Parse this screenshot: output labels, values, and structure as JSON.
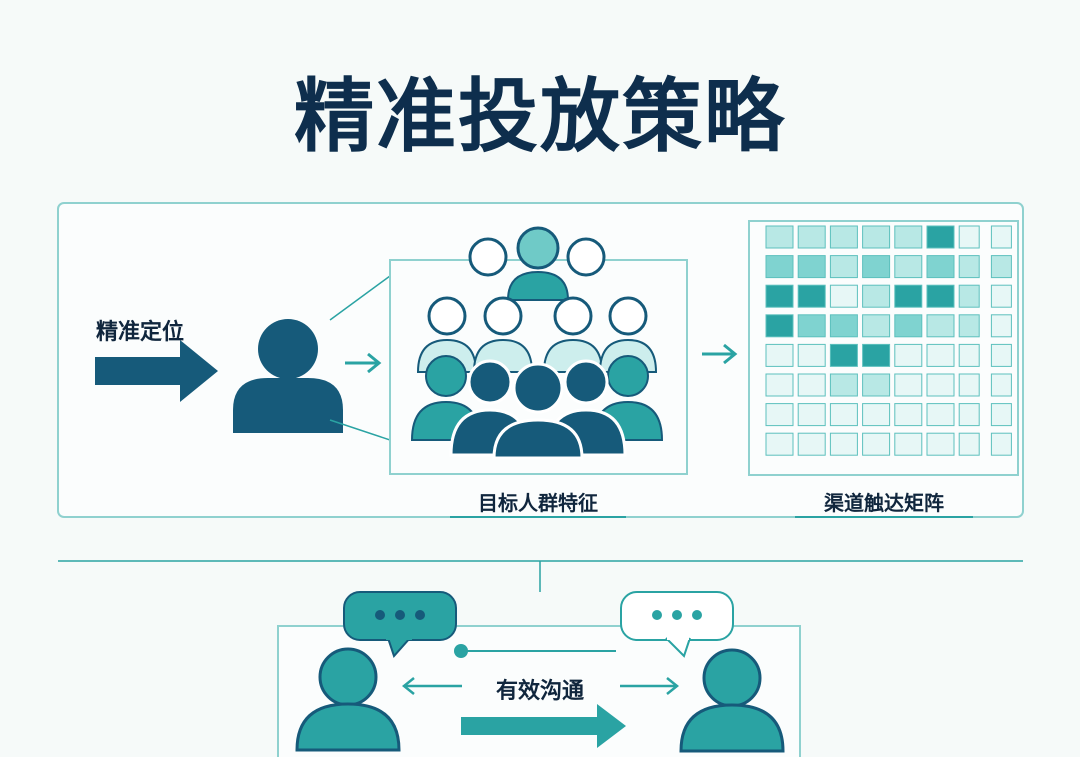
{
  "title": "精准投放策略",
  "targeting": {
    "label": "精准定位"
  },
  "audience": {
    "label": "目标人群特征"
  },
  "matrix": {
    "label": "渠道触达矩阵"
  },
  "communication": {
    "label": "有效沟通"
  },
  "colors": {
    "navy": "#0e2e4d",
    "dark_teal": "#165a7a",
    "teal": "#2aa3a3",
    "light_teal": "#7fd3d0",
    "pale_teal": "#cdeeed",
    "background": "#f6faf9"
  }
}
